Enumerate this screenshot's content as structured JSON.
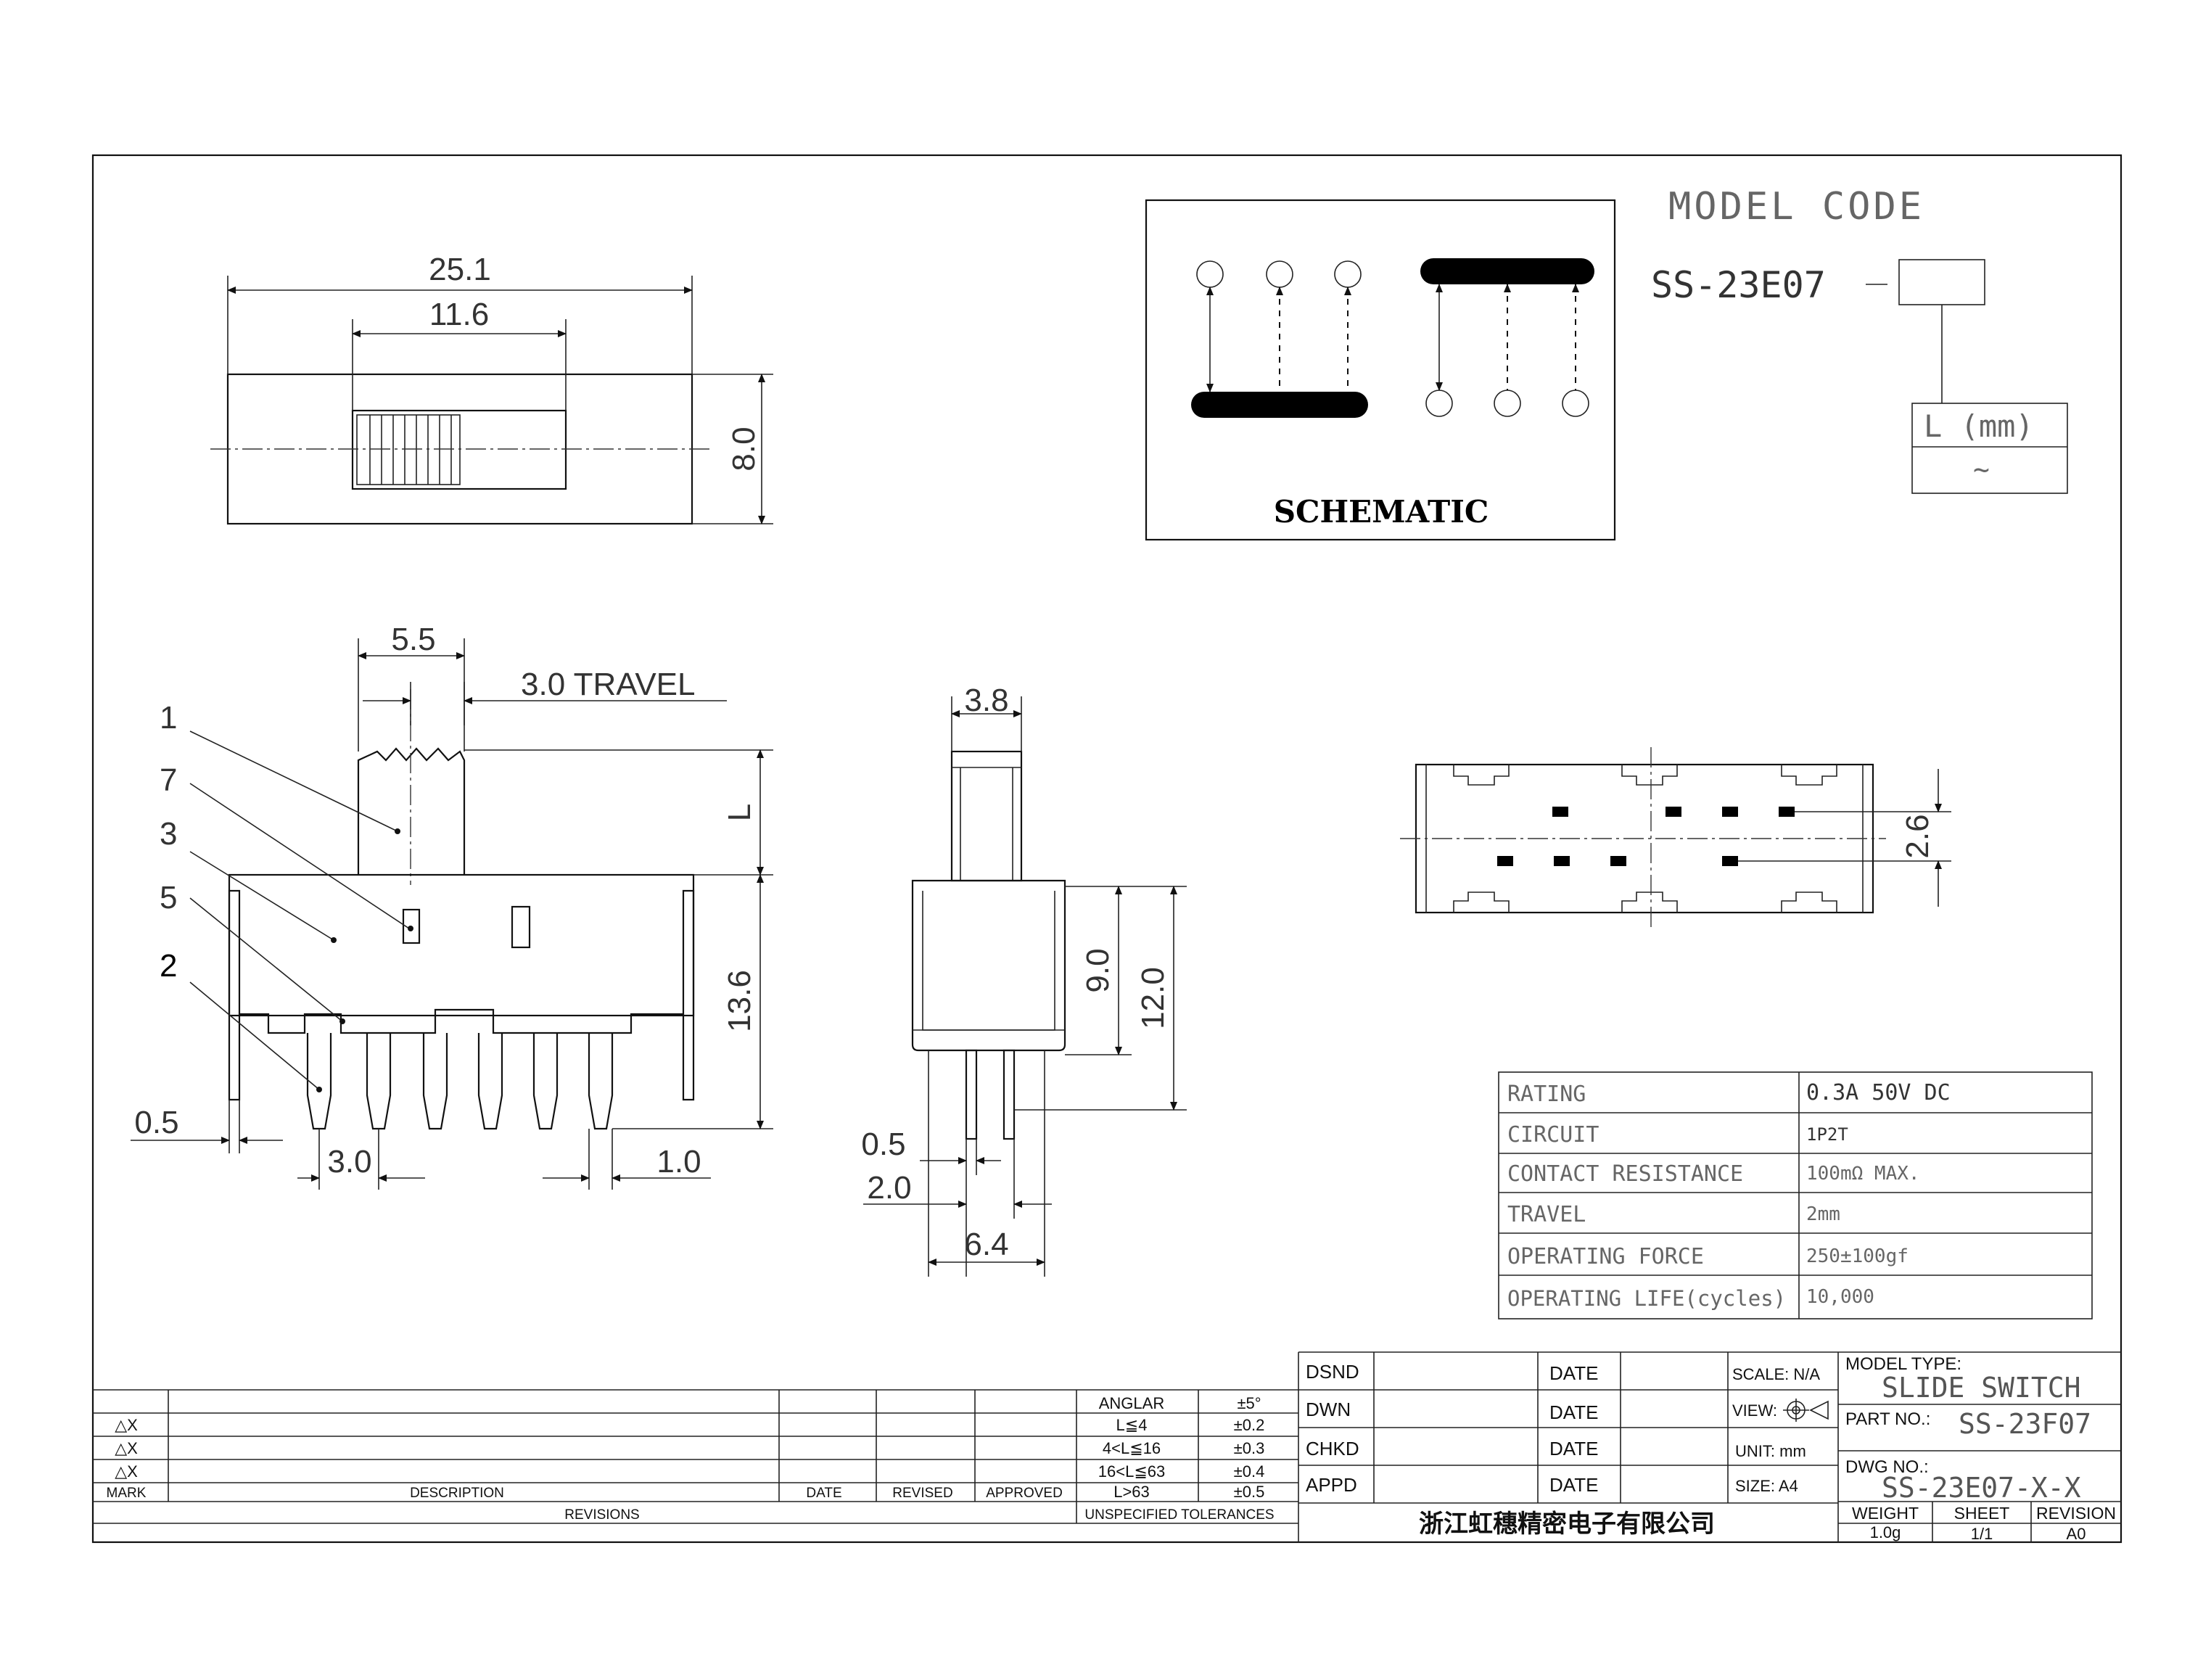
{
  "model_code": {
    "title": "MODEL CODE",
    "prefix": "SS-23E07",
    "box_label": "L (mm)",
    "box_value": "~"
  },
  "schematic": {
    "label": "SCHEMATIC"
  },
  "dimensions": {
    "overall_length": "25.1",
    "slot_length": "11.6",
    "body_height": "8.0",
    "actuator_width": "5.5",
    "travel": "3.0 TRAVEL",
    "actuator_length": "L",
    "body_height_side": "13.6",
    "pin_thickness": "0.5",
    "pin_pitch": "3.0",
    "pin_width": "1.0",
    "actuator_thickness": "3.8",
    "body_depth_a": "9.0",
    "body_depth_b": "12.0",
    "pin_t": "0.5",
    "pin_row": "2.0",
    "row_width": "6.4",
    "pad_pitch": "2.6"
  },
  "callouts": [
    "1",
    "7",
    "3",
    "5",
    "2"
  ],
  "specs": [
    {
      "label": "RATING",
      "value": "0.3A 50V DC"
    },
    {
      "label": "CIRCUIT",
      "value": "1P2T"
    },
    {
      "label": "CONTACT RESISTANCE",
      "value": "100mΩ MAX."
    },
    {
      "label": "TRAVEL",
      "value": "2mm"
    },
    {
      "label": "OPERATING FORCE",
      "value": "250±100gf"
    },
    {
      "label": "OPERATING LIFE(cycles)",
      "value": "10,000"
    }
  ],
  "revisions": {
    "rows": [
      "△X",
      "△X",
      "△X"
    ],
    "mark": "MARK",
    "description": "DESCRIPTION",
    "date": "DATE",
    "revised": "REVISED",
    "approved": "APPROVED",
    "footer": "REVISIONS"
  },
  "tolerances": {
    "rows": [
      {
        "range": "ANGLAR",
        "tol": "±5°"
      },
      {
        "range": "L≦4",
        "tol": "±0.2"
      },
      {
        "range": "4<L≦16",
        "tol": "±0.3"
      },
      {
        "range": "16<L≦63",
        "tol": "±0.4"
      },
      {
        "range": "L>63",
        "tol": "±0.5"
      }
    ],
    "footer": "UNSPECIFIED TOLERANCES"
  },
  "signoff": {
    "rows": [
      {
        "role": "DSND",
        "date": "DATE",
        "info": "SCALE: N/A"
      },
      {
        "role": "DWN",
        "date": "DATE",
        "info": "VIEW:"
      },
      {
        "role": "CHKD",
        "date": "DATE",
        "info": "UNIT: mm"
      },
      {
        "role": "APPD",
        "date": "DATE",
        "info": "SIZE: A4"
      }
    ],
    "company": "浙江虹穗精密电子有限公司"
  },
  "title_block": {
    "model_type_label": "MODEL TYPE:",
    "model_type": "SLIDE SWITCH",
    "part_no_label": "PART NO.:",
    "part_no": "SS-23F07",
    "dwg_no_label": "DWG NO.:",
    "dwg_no": "SS-23E07-X-X",
    "weight_label": "WEIGHT",
    "weight": "1.0g",
    "sheet_label": "SHEET",
    "sheet": "1/1",
    "revision_label": "REVISION",
    "revision": "A0"
  },
  "colors": {
    "line": "#111111",
    "paper": "#ffffff"
  }
}
